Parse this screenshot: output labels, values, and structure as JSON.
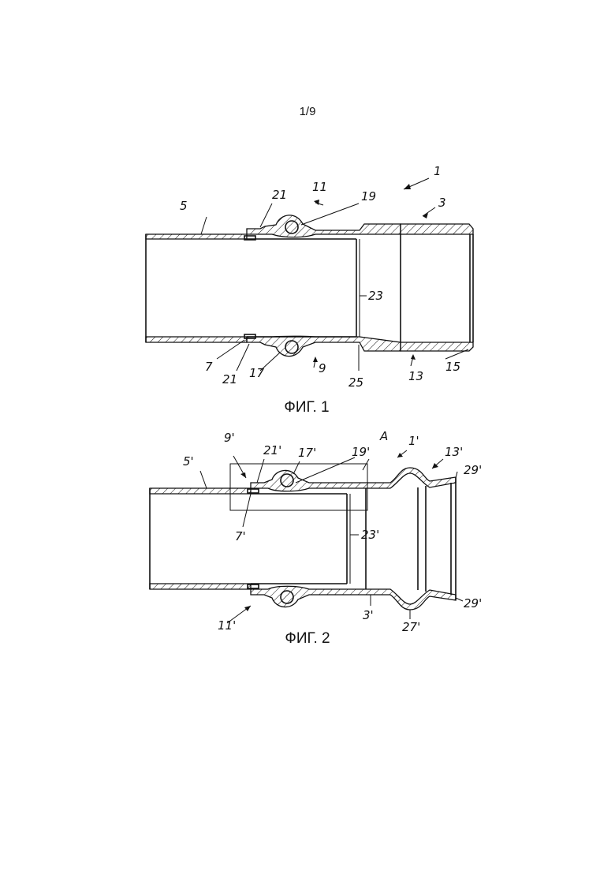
{
  "page_number": "1/9",
  "figures": [
    {
      "caption": "ФИГ. 1",
      "labels": [
        "1",
        "3",
        "5",
        "7",
        "9",
        "11",
        "13",
        "15",
        "17",
        "19",
        "21",
        "21",
        "23",
        "25"
      ]
    },
    {
      "caption": "ФИГ. 2",
      "labels": [
        "1'",
        "3'",
        "5'",
        "7'",
        "9'",
        "11'",
        "13'",
        "17'",
        "19'",
        "21'",
        "23'",
        "27'",
        "29'",
        "29'",
        "A"
      ]
    }
  ]
}
